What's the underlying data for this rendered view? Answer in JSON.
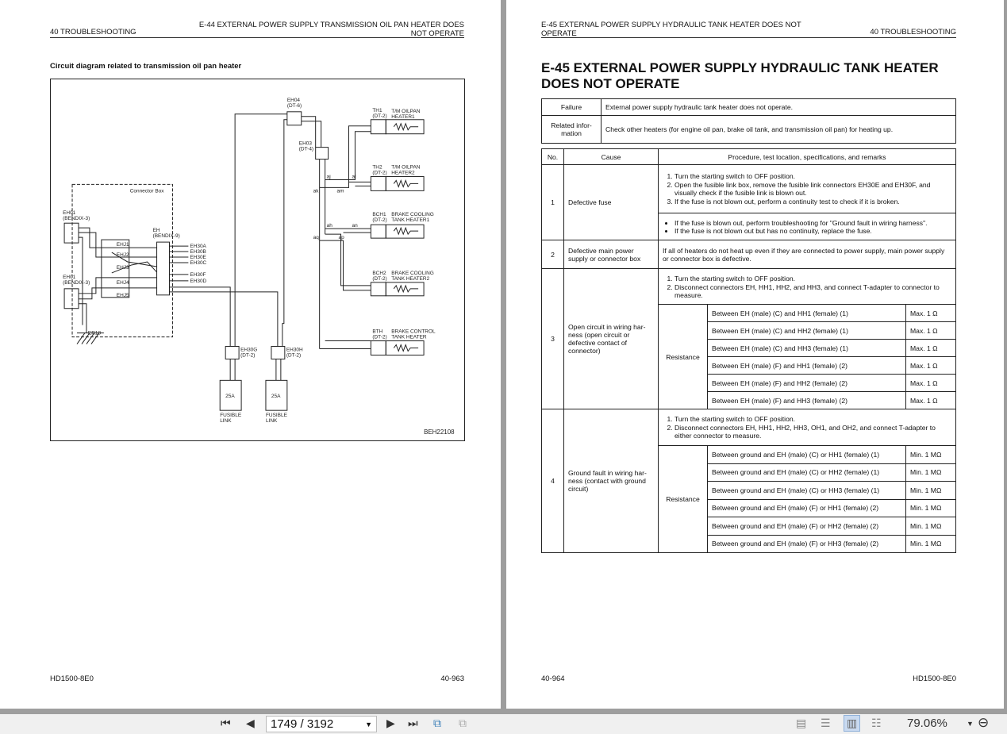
{
  "left_page": {
    "header_left": "40 TROUBLESHOOTING",
    "header_right_1": "E-44 EXTERNAL POWER SUPPLY TRANSMISSION OIL PAN HEATER DOES",
    "header_right_2": "NOT OPERATE",
    "subtitle": "Circuit diagram related to transmission oil pan heater",
    "diagram": {
      "figure_id": "BEH22108",
      "connector_box": "Connector Box",
      "eh01": "EH01",
      "bendix3": "(BENDIX-3)",
      "eh": "EH",
      "bendix9": "(BENDIX-9)",
      "eh30a": "EH30A",
      "eh30b": "EH30B",
      "eh30e": "EH30E",
      "eh30c": "EH30C",
      "eh30f": "EH30F",
      "eh30d": "EH30D",
      "ehj1": "EHJ1",
      "ehj2": "EHJ2",
      "ehj3": "EHJ3",
      "ehj4": "EHJ4",
      "ehj5": "EHJ5",
      "er18": "ER18",
      "eh04": "EH04",
      "dt6": "(DT-6)",
      "eh03": "EH03",
      "dt4": "(DT-4)",
      "dt2": "(DT-2)",
      "th1": "TH1",
      "th2": "TH2",
      "bch1": "BCH1",
      "bch2": "BCH2",
      "bth": "BTH",
      "tm_heater1": [
        "T/M OILPAN",
        "HEATER1"
      ],
      "tm_heater2": [
        "T/M OILPAN",
        "HEATER2"
      ],
      "bc_heater1": [
        "BRAKE COOLING",
        "TANK HEATER1"
      ],
      "bc_heater2": [
        "BRAKE COOLING",
        "TANK HEATER2"
      ],
      "bctl_heater": [
        "BRAKE CONTROL",
        "TANK HEATER"
      ],
      "eh30g": "EH30G",
      "eh30h": "EH30H",
      "fuse": "25A",
      "fusible": [
        "FUSIBLE",
        "LINK"
      ],
      "wire_labels": {
        "ak": "ak",
        "am": "am",
        "al": "al",
        "aj": "aj",
        "ah": "ah",
        "an": "an",
        "aq": "aq",
        "ap": "ap"
      }
    },
    "footer_left": "HD1500-8E0",
    "footer_right": "40-963"
  },
  "right_page": {
    "header_left_1": "E-45 EXTERNAL POWER SUPPLY HYDRAULIC TANK HEATER DOES NOT",
    "header_left_2": "OPERATE",
    "header_right": "40 TROUBLESHOOTING",
    "title_1": "E-45 EXTERNAL POWER SUPPLY HYDRAULIC TANK HEATER",
    "title_2": "DOES NOT OPERATE",
    "info": {
      "failure_label": "Failure",
      "failure": "External power supply hydraulic tank heater does not operate.",
      "related_label": "Related infor-mation",
      "related": "Check other heaters (for engine oil pan, brake oil tank, and transmission oil pan) for heating up."
    },
    "table": {
      "headers": [
        "No.",
        "Cause",
        "Procedure, test location, specifications, and remarks"
      ],
      "rows": [
        {
          "no": "1",
          "cause": "Defective fuse",
          "steps": [
            "Turn the starting switch to OFF position.",
            "Open the fusible link box, remove the fusible link connectors EH30E and EH30F, and visually check if the fusible link is blown out.",
            "If the fuse is not blown out, perform a continuity test to check if it is broken."
          ],
          "bullets": [
            "If the fuse is blown out, perform troubleshooting for \"Ground fault in wiring harness\".",
            "If the fuse is not blown out but has no continuity, replace the fuse."
          ]
        },
        {
          "no": "2",
          "cause": "Defective main power supply or connector box",
          "text": "If all of heaters do not heat up even if they are connected to power supply, main power supply or connector box is defective."
        },
        {
          "no": "3",
          "cause": "Open circuit in wiring har-ness (open circuit or defective contact of connector)",
          "steps": [
            "Turn the starting switch to OFF position.",
            "Disconnect connectors EH, HH1, HH2, and HH3, and connect T-adapter to connector to measure."
          ],
          "resistance_label": "Resistance",
          "checks": [
            [
              "Between EH (male) (C) and HH1 (female) (1)",
              "Max. 1 Ω"
            ],
            [
              "Between EH (male) (C) and HH2 (female) (1)",
              "Max. 1 Ω"
            ],
            [
              "Between EH (male) (C) and HH3 (female) (1)",
              "Max. 1 Ω"
            ],
            [
              "Between EH (male) (F) and HH1 (female) (2)",
              "Max. 1 Ω"
            ],
            [
              "Between EH (male) (F) and HH2 (female) (2)",
              "Max. 1 Ω"
            ],
            [
              "Between EH (male) (F) and HH3 (female) (2)",
              "Max. 1 Ω"
            ]
          ]
        },
        {
          "no": "4",
          "cause": "Ground fault in wiring har-ness (contact with ground circuit)",
          "steps": [
            "Turn the starting switch to OFF position.",
            "Disconnect connectors EH, HH1, HH2, HH3, OH1, and OH2, and connect T-adapter to either connector to measure."
          ],
          "resistance_label": "Resistance",
          "checks": [
            [
              "Between ground and EH (male) (C) or HH1 (female) (1)",
              "Min. 1 MΩ"
            ],
            [
              "Between ground and EH (male) (C) or HH2 (female) (1)",
              "Min. 1 MΩ"
            ],
            [
              "Between ground and EH (male) (C) or HH3 (female) (1)",
              "Min. 1 MΩ"
            ],
            [
              "Between ground and EH (male) (F) or HH1 (female) (2)",
              "Min. 1 MΩ"
            ],
            [
              "Between ground and EH (male) (F) or HH2 (female) (2)",
              "Min. 1 MΩ"
            ],
            [
              "Between ground and EH (male) (F) or HH3 (female) (2)",
              "Min. 1 MΩ"
            ]
          ]
        }
      ]
    },
    "footer_left": "40-964",
    "footer_right": "HD1500-8E0"
  },
  "toolbar": {
    "page_value": "1749 / 3192",
    "zoom": "79.06%"
  }
}
